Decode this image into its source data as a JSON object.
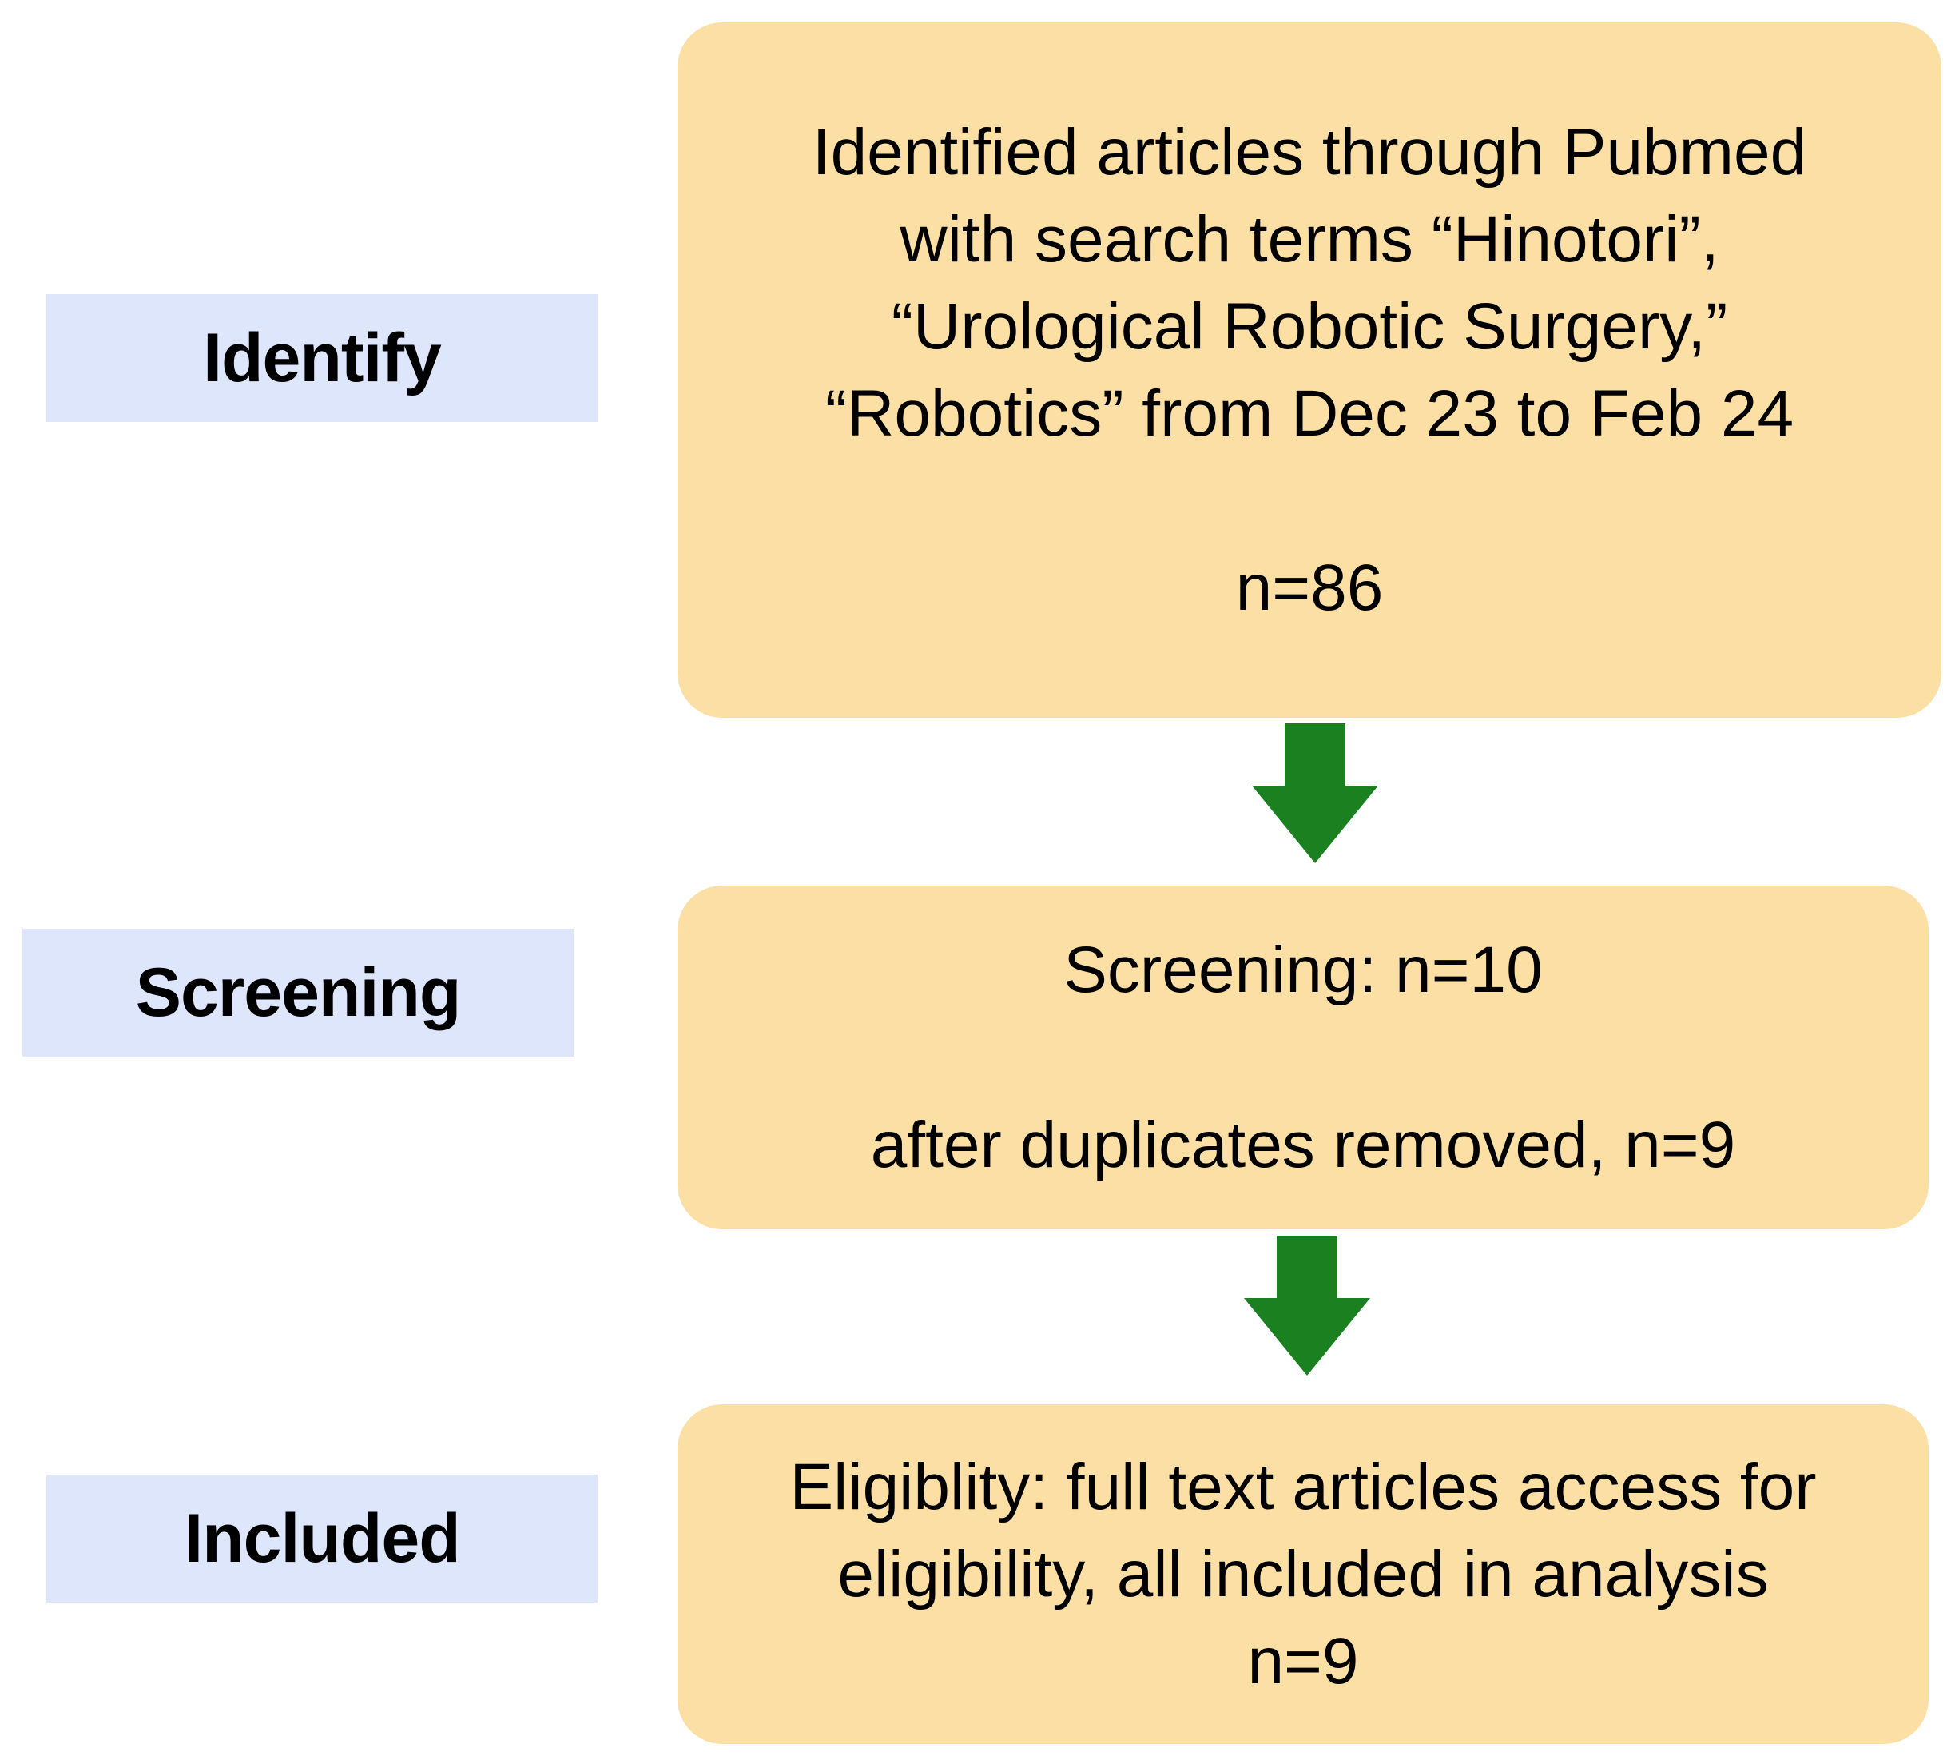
{
  "diagram": {
    "type": "prisma-flow-diagram",
    "stages": [
      {
        "label": "Identify"
      },
      {
        "label": "Screening"
      },
      {
        "label": "Included"
      }
    ],
    "boxes": [
      {
        "id": "identify",
        "lines": [
          "Identified articles through Pubmed",
          "with search terms “Hinotori”,",
          "“Urological Robotic Surgery,”",
          "“Robotics” from Dec 23 to Feb 24"
        ],
        "count_label": "n=86",
        "count_value": 86
      },
      {
        "id": "screening",
        "lines": [
          "Screening: n=10"
        ],
        "count_label": "after duplicates removed, n=9",
        "count_value": 9,
        "screened_value": 10
      },
      {
        "id": "included",
        "lines": [
          "Eligiblity: full text articles access for",
          "eligibility, all included in analysis"
        ],
        "count_label": "n=9",
        "count_value": 9
      }
    ],
    "connectors": [
      {
        "name": "arrow-identify-to-screening",
        "direction": "down"
      },
      {
        "name": "arrow-screening-to-included",
        "direction": "down"
      }
    ]
  },
  "colors": {
    "box_fill": "#fbdfa4",
    "stage_band": "#dee6fb",
    "arrow_green": "#1a8020",
    "text": "#000000",
    "background": "#ffffff"
  }
}
